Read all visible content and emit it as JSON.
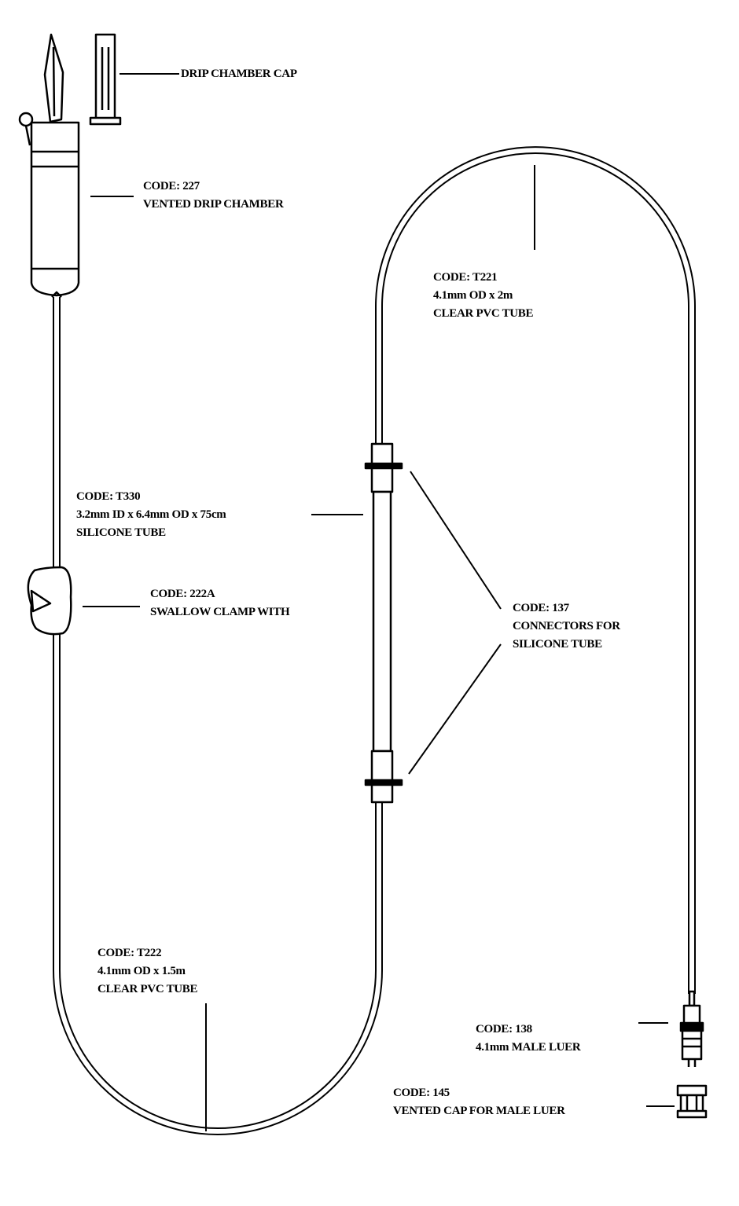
{
  "colors": {
    "ink": "#000000",
    "paper": "#ffffff",
    "tube": "#ffffff"
  },
  "labels": {
    "drip_cap": [
      "DRIP CHAMBER CAP"
    ],
    "drip_chamber": [
      "CODE: 227",
      "VENTED DRIP CHAMBER"
    ],
    "tube_top_right": [
      "CODE: T221",
      "4.1mm OD x 2m",
      "CLEAR PVC TUBE"
    ],
    "silicone_tube": [
      "CODE: T330",
      "3.2mm ID x 6.4mm OD x 75cm",
      "SILICONE TUBE"
    ],
    "clamp": [
      "CODE: 222A",
      "SWALLOW CLAMP WITH"
    ],
    "connector": [
      "CODE: 137",
      "CONNECTORS FOR",
      "SILICONE TUBE"
    ],
    "tube_bottom": [
      "CODE: T222",
      "4.1mm OD x 1.5m",
      "CLEAR PVC TUBE"
    ],
    "male_luer": [
      "CODE: 138",
      "4.1mm MALE LUER"
    ],
    "vented_cap": [
      "CODE: 145",
      "VENTED CAP FOR MALE LUER"
    ]
  }
}
